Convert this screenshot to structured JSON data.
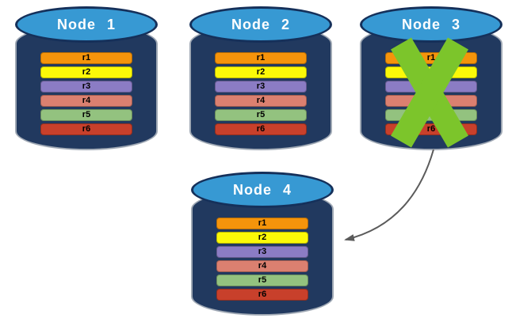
{
  "theme": {
    "background": "#FFFFFF",
    "cylinder_body": "#21395F",
    "cylinder_top": "#3799D3",
    "cylinder_top_border": "#15305A",
    "cylinder_outline": "#9FA8B4",
    "x_color": "#7CC52B",
    "arrow_color": "#5B5B5B",
    "title_color": "#FFFFFF",
    "row_text_color": "#000000"
  },
  "rows": [
    {
      "label": "r1",
      "color": "#F5940B"
    },
    {
      "label": "r2",
      "color": "#FBF908"
    },
    {
      "label": "r3",
      "color": "#8B7CC4"
    },
    {
      "label": "r4",
      "color": "#DB8070"
    },
    {
      "label": "r5",
      "color": "#93C27F"
    },
    {
      "label": "r6",
      "color": "#C8402B"
    }
  ],
  "nodes": [
    {
      "title": "Node 1"
    },
    {
      "title": "Node 2"
    },
    {
      "title": "Node 3"
    },
    {
      "title": "Node 4"
    }
  ],
  "icons": {
    "failure_x": "green-x-cross",
    "replication_arrow": "curved-left-arrow"
  }
}
